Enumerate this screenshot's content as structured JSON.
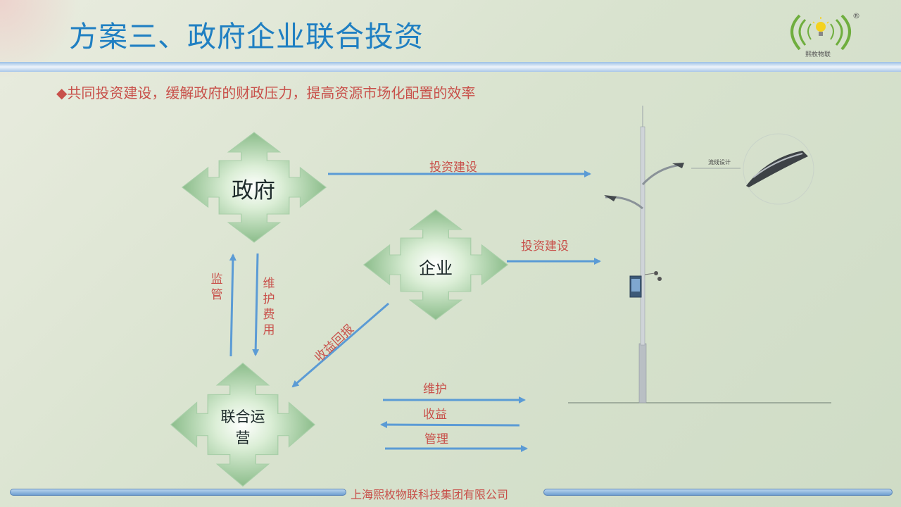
{
  "slide": {
    "title": "方案三、政府企业联合投资",
    "subtitle": "◆共同投资建设，缓解政府的财政压力，提高资源市场化配置的效率",
    "footer": "上海熙枚物联科技集团有限公司"
  },
  "logo": {
    "text": "熙枚物联",
    "mark": "®"
  },
  "nodes": {
    "government": "政府",
    "enterprise": "企业",
    "joint_operation_line1": "联合运",
    "joint_operation_line2": "营"
  },
  "edges": {
    "gov_to_lamp": "投资建设",
    "ent_to_lamp": "投资建设",
    "ops_to_gov": "监管",
    "gov_to_ops": "维护费用",
    "ent_to_ops": "收益回报",
    "ops_maintain": "维护",
    "ops_income": "收益",
    "ops_manage": "管理"
  },
  "lamp": {
    "caption": "流线设计"
  },
  "colors": {
    "title": "#1f7fc2",
    "accent_red": "#c8504a",
    "arrow_blue": "#5b9bd5",
    "node_green": "#8fbf8f"
  }
}
